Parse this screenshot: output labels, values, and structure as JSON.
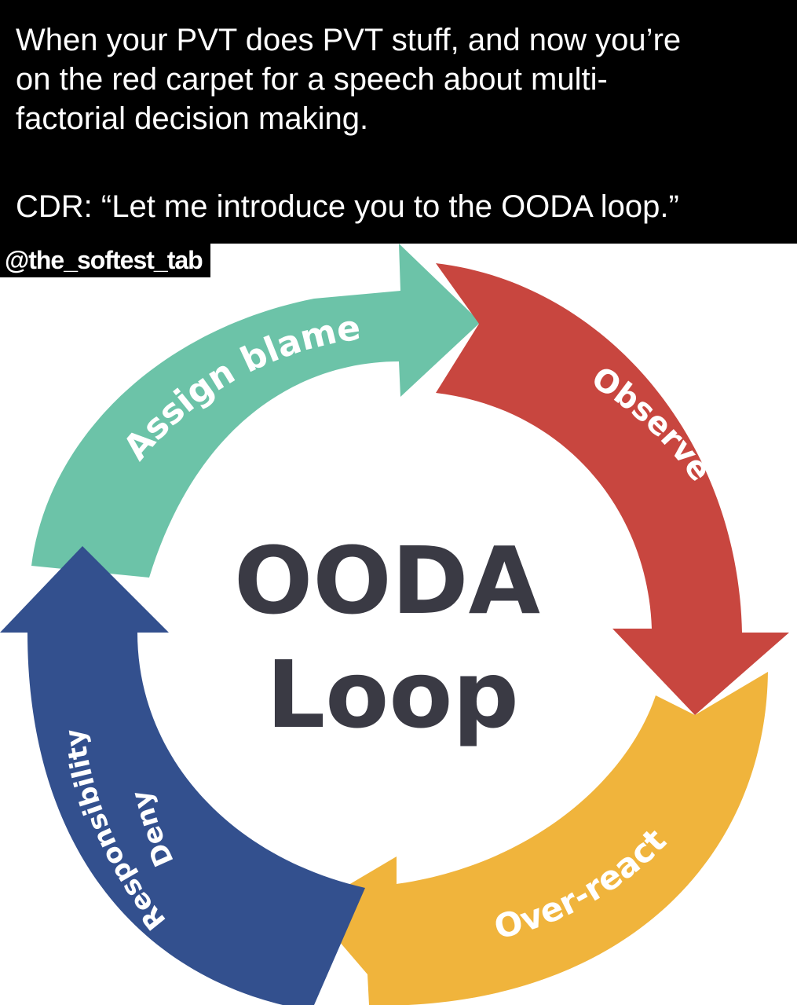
{
  "caption": {
    "line1": "When your PVT does PVT stuff, and now you’re",
    "line2": "on the red carpet for a speech about multi-",
    "line3": "factorial decision making.",
    "line4": "CDR: “Let me introduce you to the OODA loop.”"
  },
  "handle": "@the_softest_tab",
  "diagram": {
    "center_line1": "OODA",
    "center_line2": "Loop",
    "segments": {
      "assign": "Assign blame",
      "observe": "Observe",
      "overreact": "Over-react",
      "deny_1": "Deny",
      "deny_2": "Responsibility"
    },
    "colors": {
      "teal": "#6cc3a8",
      "red": "#c8463f",
      "yellow": "#f0b43c",
      "blue": "#33508e"
    }
  }
}
